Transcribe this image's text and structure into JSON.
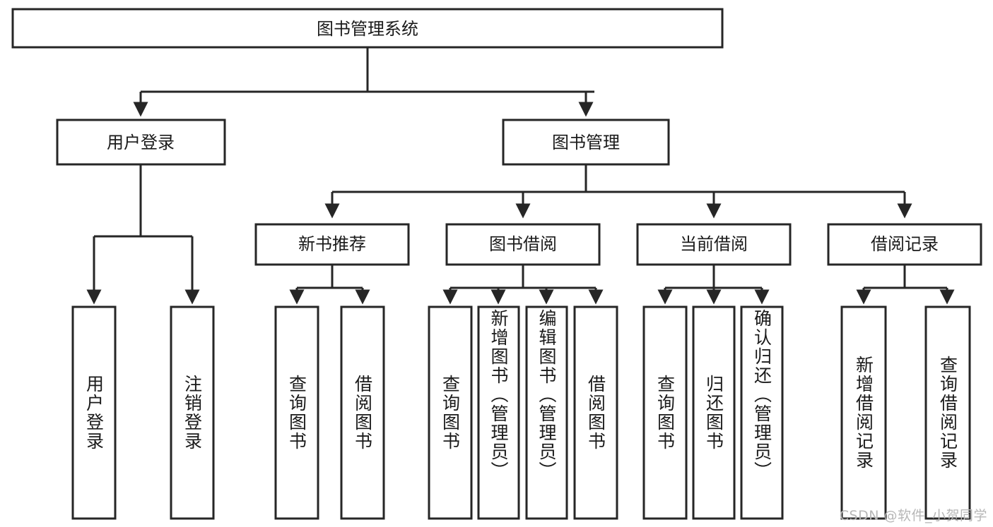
{
  "diagram": {
    "title": "图书管理系统",
    "type": "tree-hierarchy-diagram",
    "colors": {
      "stroke": "#262626",
      "fill": "#ffffff",
      "text": "#1a1a1a",
      "watermark": "#b7b7b7"
    },
    "root": {
      "label": "图书管理系统"
    },
    "level2": [
      {
        "label": "用户登录"
      },
      {
        "label": "图书管理"
      }
    ],
    "level3": [
      {
        "label": "新书推荐"
      },
      {
        "label": "图书借阅"
      },
      {
        "label": "当前借阅"
      },
      {
        "label": "借阅记录"
      }
    ],
    "leaves": {
      "user_login": [
        {
          "label": "用户登录"
        },
        {
          "label": "注销登录"
        }
      ],
      "new_book_recommend": [
        {
          "label": "查询图书"
        },
        {
          "label": "借阅图书"
        }
      ],
      "book_borrow": [
        {
          "label": "查询图书"
        },
        {
          "label": "新增图书（管理员）"
        },
        {
          "label": "编辑图书（管理员）"
        },
        {
          "label": "借阅图书"
        }
      ],
      "current_borrow": [
        {
          "label": "查询图书"
        },
        {
          "label": "归还图书"
        },
        {
          "label": "确认归还（管理员）"
        }
      ],
      "borrow_record": [
        {
          "label": "新增借阅记录"
        },
        {
          "label": "查询借阅记录"
        }
      ]
    },
    "watermark": "CSDN @软件_小贺同学"
  }
}
